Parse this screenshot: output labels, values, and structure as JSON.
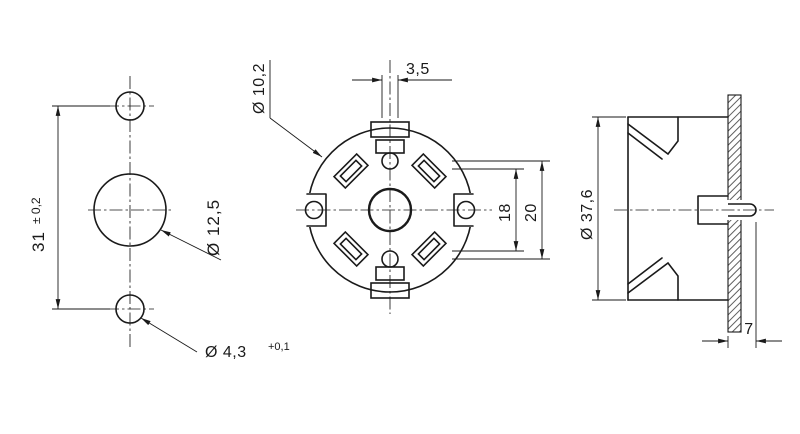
{
  "meta": {
    "bg": "#ffffff",
    "ink": "#1a1a1a"
  },
  "dims": {
    "left": {
      "spacing": "31",
      "spacing_tol": "± 0,2",
      "big_hole": "Ø 12,5",
      "small_hole": "Ø 4,3",
      "small_hole_tol": "+0,1"
    },
    "front": {
      "center_hole": "Ø 10,2",
      "slot": "3,5",
      "inner": "18",
      "outer": "20"
    },
    "side": {
      "diameter": "Ø 37,6",
      "depth": "7"
    }
  }
}
